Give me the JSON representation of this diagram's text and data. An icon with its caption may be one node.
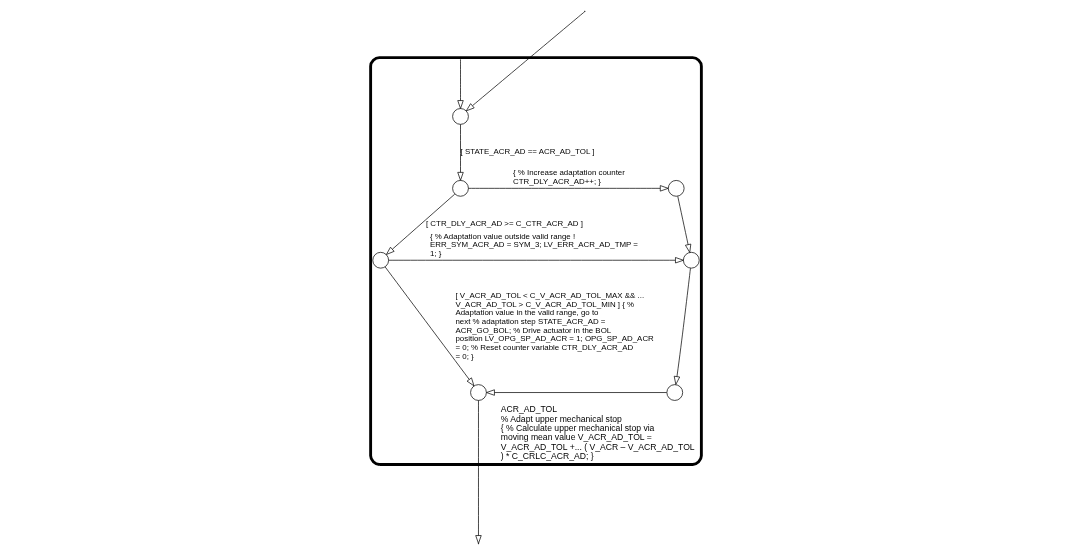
{
  "diagram": {
    "nodes": [
      {
        "text": [
          "ACR_AD_TOL",
          "% Adapt upper mechanical stop",
          "{ % Calculate upper mechanical stop via moving mean value V_ACR_AD_TOL = V_ACR_AD_TOL +... ( V_ACR – V_ACR_AD_TOL ) * C_CRLC_ACR_AD; }"
        ]
      },
      {
        "text": [],
        "shape": "circle",
        "in": 0
      },
      {
        "text": [],
        "shape": "circle",
        "in": 0
      },
      {
        "text": [],
        "shape": "circle",
        "in": 0
      },
      {
        "text": [],
        "shape": "circle",
        "in": 0
      },
      {
        "text": [],
        "shape": "circle",
        "in": 0
      },
      {
        "text": [],
        "shape": "circle",
        "in": 0
      },
      {
        "text": [],
        "shape": "circle",
        "in": 0
      }
    ],
    "edges": [
      {
        "from": 0,
        "to": 1,
        "arrow": "to"
      },
      {
        "from": null,
        "to": 1,
        "arrow": "to"
      },
      {
        "from": 1,
        "to": 2,
        "arrow": "to",
        "label": "[ STATE_ACR_AD == ACR_AD_TOL ]"
      },
      {
        "from": 2,
        "to": 3,
        "arrow": "to",
        "label": "{ % Increase adaptation counter CTR_DLY_ACR_AD++; }"
      },
      {
        "from": 2,
        "to": 4,
        "arrow": "to",
        "label": "[ CTR_DLY_ACR_AD >= C_CTR_ACR_AD ]"
      },
      {
        "from": 3,
        "to": 5,
        "arrow": "to"
      },
      {
        "from": 4,
        "to": 5,
        "arrow": "to",
        "label": "{ % Adaptation value outside valid range ! ERR_SYM_ACR_AD = SYM_3; LV_ERR_ACR_AD_TMP = 1; }"
      },
      {
        "from": 4,
        "to": 6,
        "arrow": "to",
        "label": "[ V_ACR_AD_TOL < C_V_ACR_AD_TOL_MAX && ... V_ACR_AD_TOL > C_V_ACR_AD_TOL_MIN ] { % Adaptation value in the valid range, go to next % adaptation step STATE_ACR_AD = ACR_GO_BOL; % Drive actuator in the BOL position LV_OPG_SP_AD_ACR = 1; OPG_SP_AD_ACR = 0; % Reset counter variable CTR_DLY_ACR_AD = 0; }"
      },
      {
        "from": 5,
        "to": 7,
        "arrow": "to"
      },
      {
        "from": 7,
        "to": 6,
        "arrow": "to"
      },
      {
        "from": 6,
        "to": null,
        "arrow": "to"
      }
    ]
  }
}
